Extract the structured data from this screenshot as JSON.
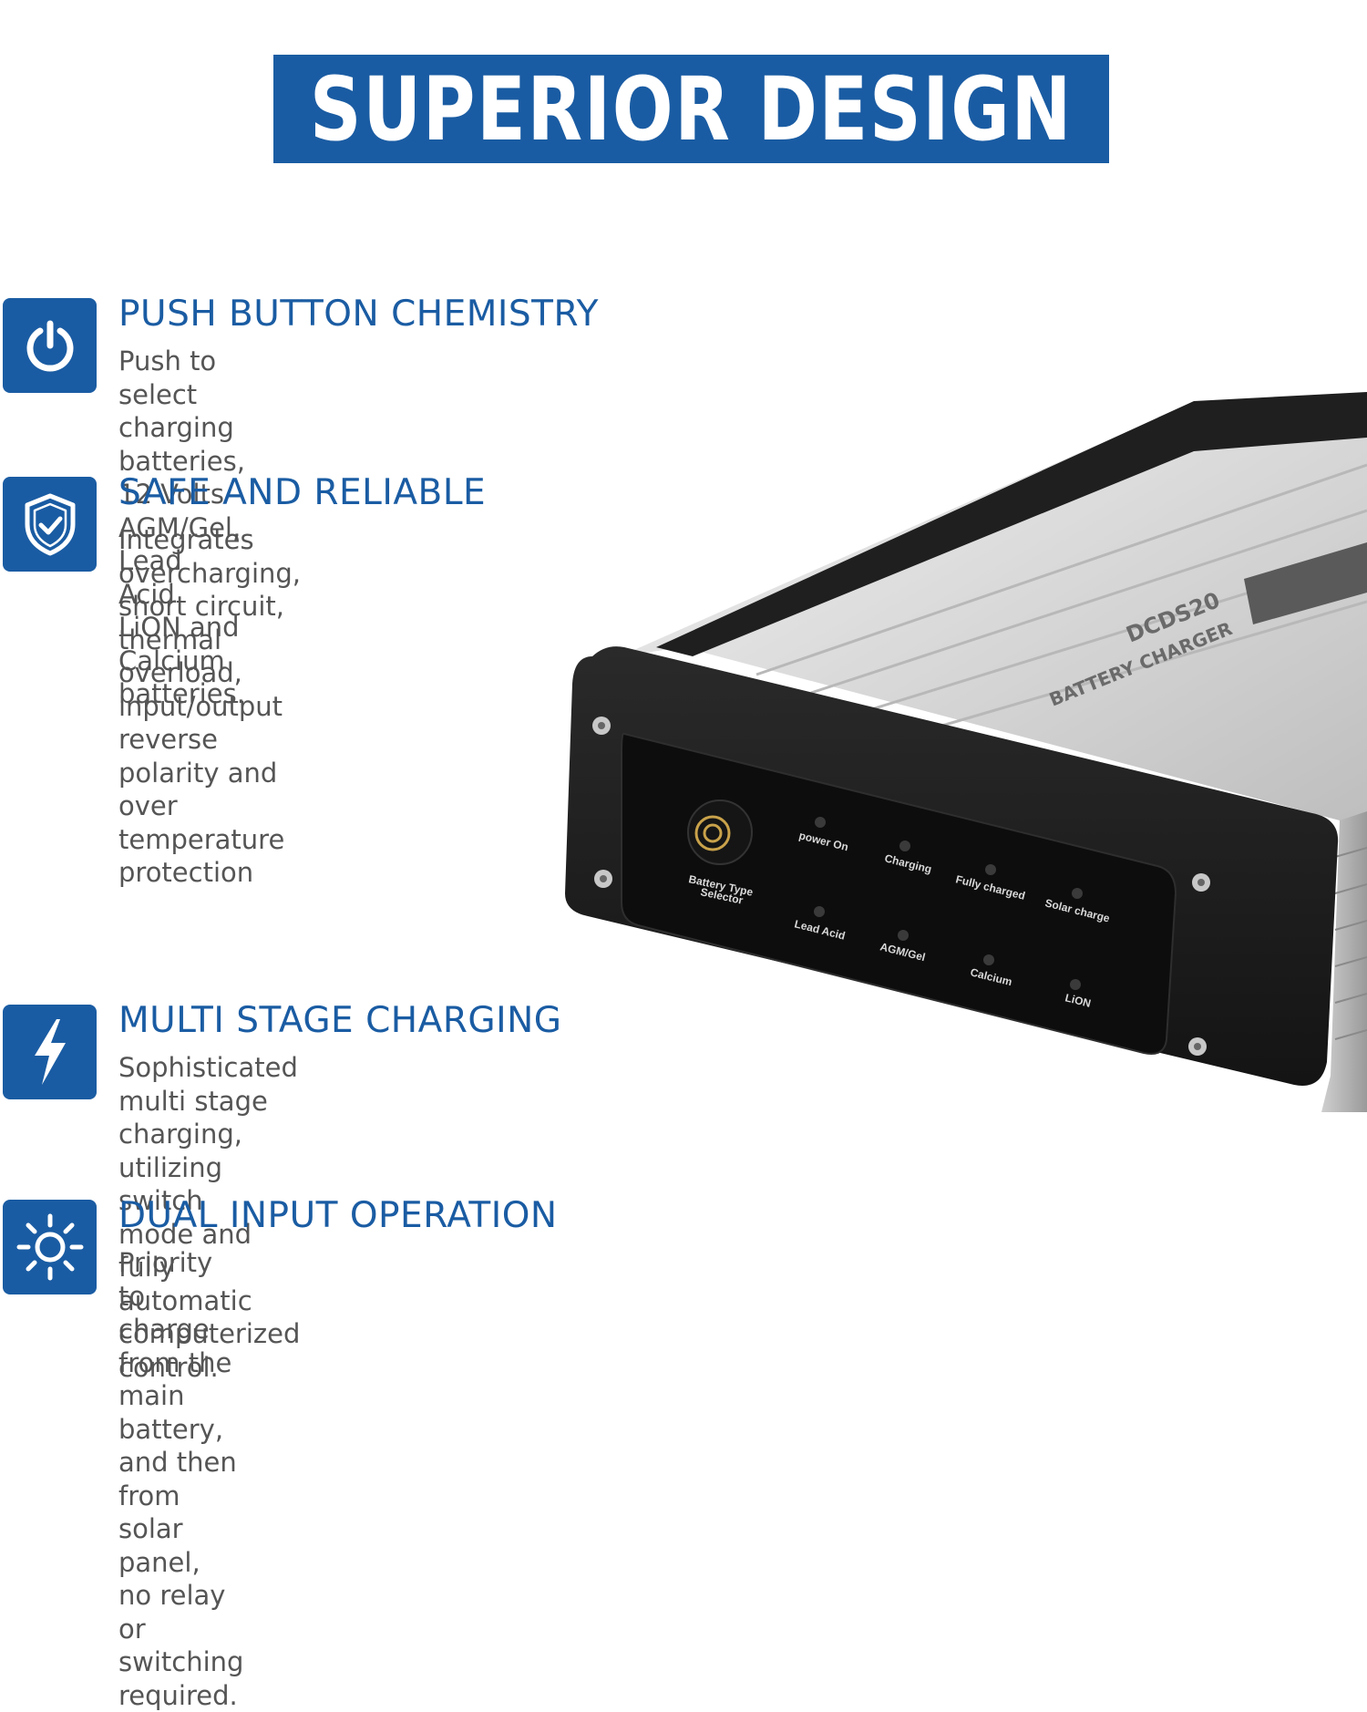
{
  "header": {
    "title": "SUPERIOR DESIGN"
  },
  "features": [
    {
      "icon": "power-icon",
      "title": "PUSH BUTTON CHEMISTRY",
      "description": "Push to select charging batteries, 12 Volts AGM/Gel,\nLead Acid LiON and Calcium batteries."
    },
    {
      "icon": "shield-check-icon",
      "title": "SAFE AND RELIABLE",
      "description": "Integrates overcharging, short circuit, thermal\noverload, input/output reverse polarity and\nover temperature protection"
    },
    {
      "icon": "lightning-icon",
      "title": "MULTI STAGE CHARGING",
      "description": "Sophisticated multi stage charging, utilizing switch\nmode and fully automatic computerized control."
    },
    {
      "icon": "sun-icon",
      "title": "DUAL INPUT OPERATION",
      "description": "Priority to charge from the main battery, and then from solar panel,\nno relay or switching required."
    }
  ],
  "device": {
    "model": "DCDS20",
    "product_name": "BATTERY CHARGER",
    "button_label_line1": "Battery  Type",
    "button_label_line2": "Selector",
    "indicators_top": [
      "power On",
      "Charging",
      "Fully  charged",
      "Solar  charge"
    ],
    "indicators_bottom": [
      "Lead Acid",
      "AGM/Gel",
      "Calcium",
      "LiON"
    ]
  },
  "colors": {
    "brand_blue": "#1a5ca3",
    "text_gray": "#555555",
    "white": "#ffffff"
  }
}
